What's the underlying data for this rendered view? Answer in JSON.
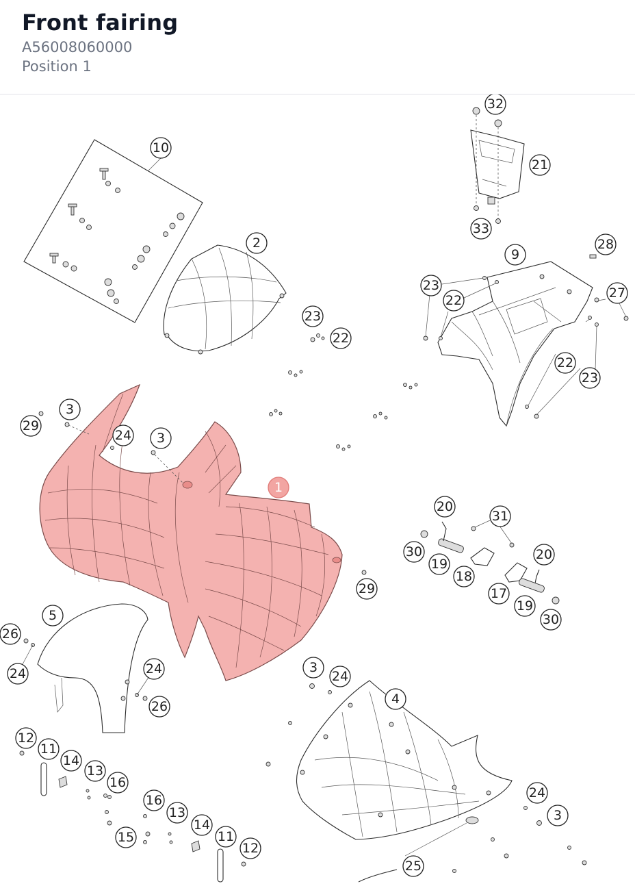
{
  "header": {
    "title": "Front fairing",
    "part_number": "A56008060000",
    "position": "Position 1"
  },
  "diagram": {
    "highlight_color": "#f2a5a2",
    "selected_label": "1",
    "callouts": [
      "32",
      "21",
      "33",
      "10",
      "2",
      "28",
      "9",
      "27",
      "23",
      "22",
      "23",
      "22",
      "22",
      "23",
      "29",
      "3",
      "24",
      "3",
      "1",
      "20",
      "31",
      "30",
      "19",
      "18",
      "20",
      "17",
      "19",
      "30",
      "29",
      "5",
      "26",
      "24",
      "24",
      "26",
      "3",
      "24",
      "4",
      "12",
      "11",
      "14",
      "13",
      "16",
      "16",
      "13",
      "14",
      "11",
      "12",
      "15",
      "24",
      "3",
      "25"
    ]
  }
}
